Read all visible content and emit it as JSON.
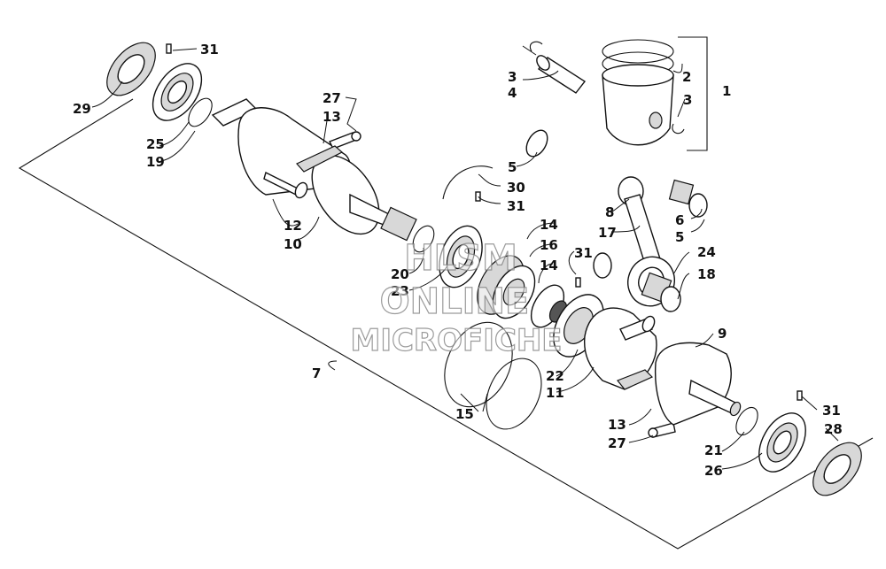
{
  "diagram": {
    "type": "exploded-parts-view",
    "callouts": [
      "1",
      "2",
      "3",
      "3",
      "4",
      "5",
      "5",
      "6",
      "7",
      "8",
      "9",
      "10",
      "11",
      "12",
      "13",
      "13",
      "14",
      "14",
      "15",
      "16",
      "17",
      "18",
      "19",
      "20",
      "21",
      "22",
      "23",
      "24",
      "25",
      "26",
      "27",
      "27",
      "28",
      "29",
      "30",
      "31",
      "31",
      "31",
      "31"
    ]
  },
  "watermark": {
    "line1": "HLSM",
    "line2": "ONLINE",
    "line3": "MICROFICHE"
  }
}
